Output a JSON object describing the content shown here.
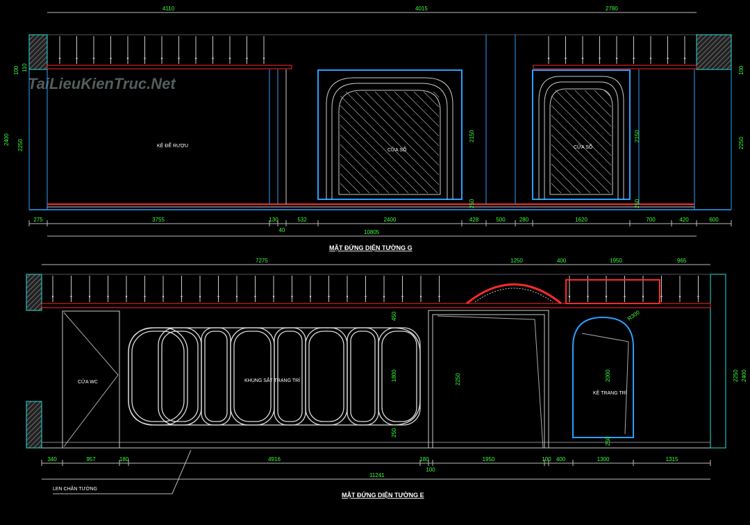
{
  "watermark": "TaiLieuKienTruc.Net",
  "elevation_g": {
    "title": "MẶT ĐỨNG DIỆN TƯỜNG G",
    "top_dims": [
      "4110",
      "4015",
      "2780"
    ],
    "bottom_dims": [
      "275",
      "3755",
      "130",
      "40",
      "532",
      "2400",
      "428",
      "500",
      "280",
      "1620",
      "700",
      "420",
      "600"
    ],
    "total": "10805",
    "left_dims": [
      "2400",
      "2250",
      "100",
      "110"
    ],
    "right_dims": [
      "2250",
      "100"
    ],
    "window_dims": [
      "2150",
      "250",
      "2150",
      "250"
    ],
    "labels": {
      "shelf": "KỆ ĐỂ RƯỢU",
      "window1": "CỬA SỔ",
      "window2": "CỬA SỔ"
    }
  },
  "elevation_e": {
    "title": "MẶT ĐỨNG DIỆN TƯỜNG E",
    "top_dims": [
      "7275",
      "1250",
      "400",
      "1950",
      "965"
    ],
    "bottom_dims": [
      "340",
      "957",
      "180",
      "4916",
      "180",
      "100",
      "1950",
      "100",
      "400",
      "1300",
      "1315"
    ],
    "total": "11241",
    "right_dims": [
      "2400",
      "2250"
    ],
    "inner_dims": [
      "450",
      "1800",
      "250",
      "2250",
      "2000",
      "250",
      "R300"
    ],
    "labels": {
      "wc_door": "CỬA WC",
      "panel": "KHUNG SẮT TRANG TRÍ",
      "niche": "KỆ TRANG TRÍ",
      "skirting": "LEN CHÂN TƯỜNG"
    }
  },
  "colors": {
    "dim": "#3cff3c",
    "frame": "#2aa0ff",
    "rail": "#ff2a2a",
    "wall": "#27e0e0"
  }
}
